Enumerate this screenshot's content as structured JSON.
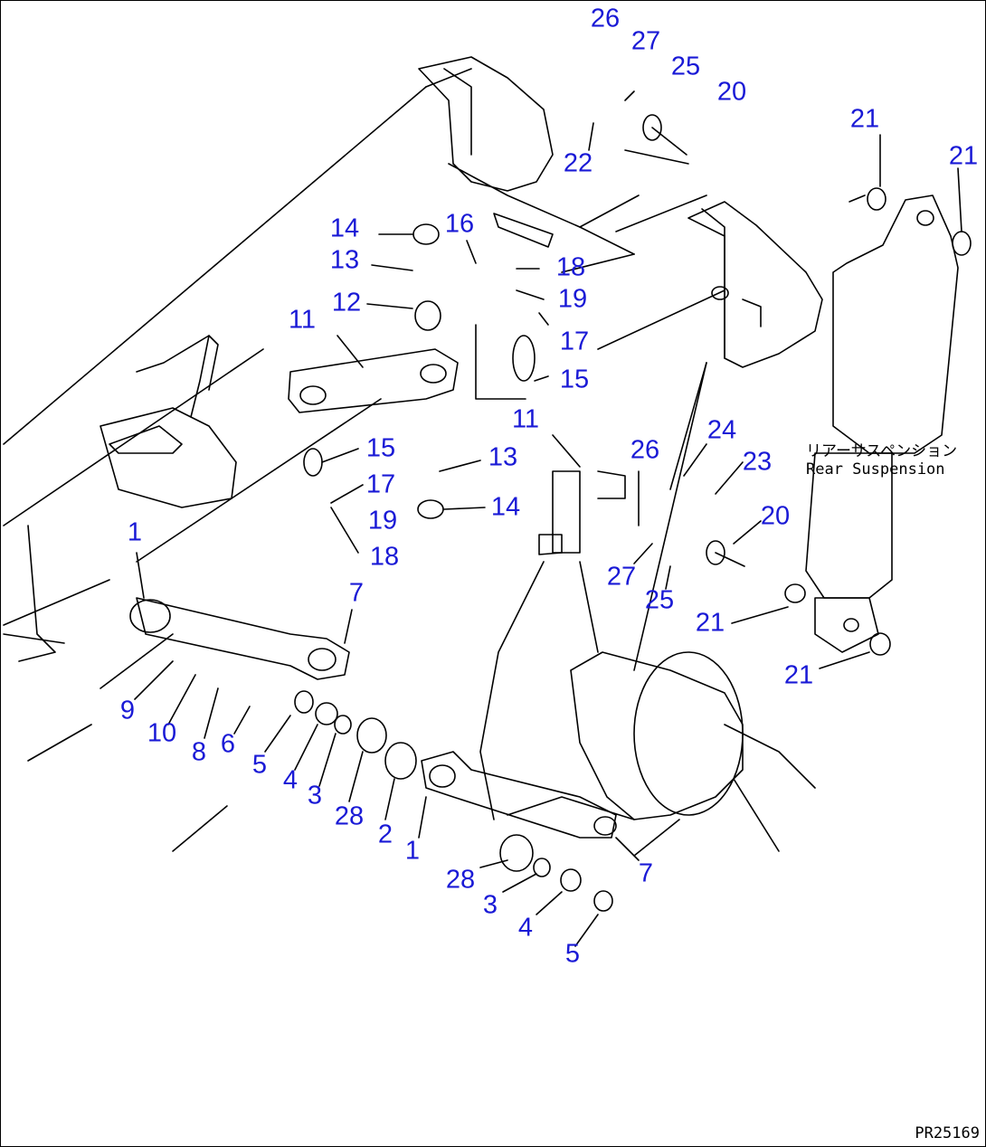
{
  "diagram": {
    "note": {
      "line1": "リアーサスペンション",
      "line2": "Rear Suspension"
    },
    "code": "PR25169",
    "colors": {
      "callout": "#1a1ad6",
      "line": "#000000"
    },
    "labels": [
      "26",
      "27",
      "25",
      "20",
      "21",
      "21",
      "22",
      "14",
      "16",
      "13",
      "18",
      "12",
      "19",
      "11",
      "17",
      "15",
      "11",
      "15",
      "13",
      "17",
      "14",
      "26",
      "24",
      "23",
      "19",
      "20",
      "1",
      "18",
      "7",
      "27",
      "25",
      "21",
      "21",
      "9",
      "10",
      "8",
      "6",
      "5",
      "4",
      "3",
      "28",
      "2",
      "1",
      "7",
      "28",
      "3",
      "4",
      "5"
    ]
  }
}
